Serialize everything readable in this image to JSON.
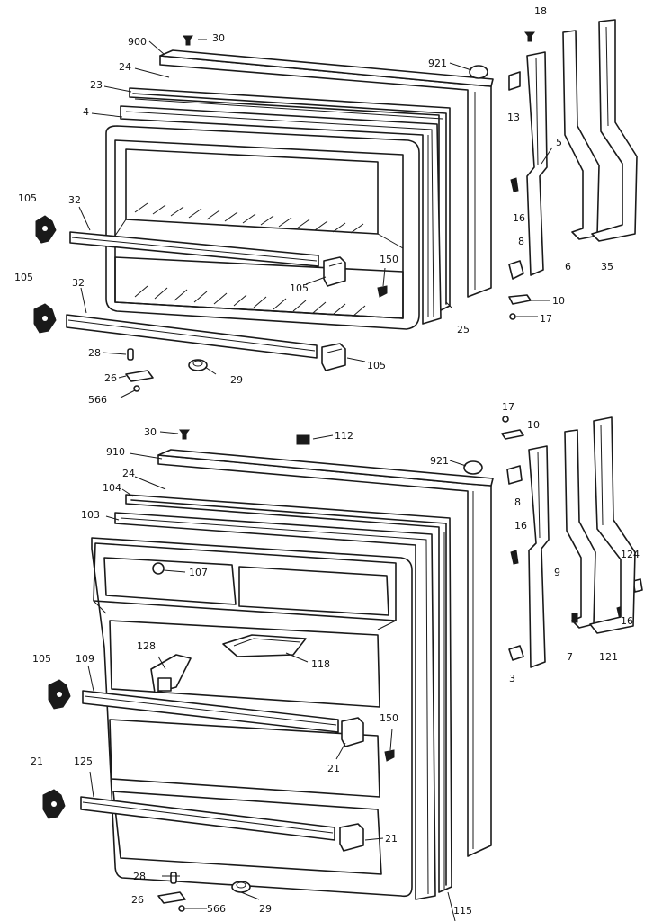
{
  "top_assembly": {
    "labels": {
      "p900": "900",
      "p30": "30",
      "p18": "18",
      "p921": "921",
      "p24": "24",
      "p23": "23",
      "p4": "4",
      "p13": "13",
      "p5": "5",
      "p105a": "105",
      "p32a": "32",
      "p16": "16",
      "p8": "8",
      "p6": "6",
      "p35": "35",
      "p150": "150",
      "p105b": "105",
      "p105c": "105",
      "p32b": "32",
      "p25": "25",
      "p10": "10",
      "p17": "17",
      "p28": "28",
      "p26": "26",
      "p29": "29",
      "p105d": "105",
      "p566": "566"
    }
  },
  "bottom_assembly": {
    "labels": {
      "p30": "30",
      "p112": "112",
      "p17": "17",
      "p10": "10",
      "p910": "910",
      "p921": "921",
      "p24": "24",
      "p104": "104",
      "p8": "8",
      "p103": "103",
      "p16": "16",
      "p107": "107",
      "p124": "124",
      "p9": "9",
      "p16b": "16",
      "p128": "128",
      "p118": "118",
      "p105": "105",
      "p109": "109",
      "p7": "7",
      "p121": "121",
      "p3": "3",
      "p150": "150",
      "p21a": "21",
      "p21b": "21",
      "p125": "125",
      "p21c": "21",
      "p28": "28",
      "p115": "115",
      "p26": "26",
      "p29": "29",
      "p566": "566"
    }
  }
}
